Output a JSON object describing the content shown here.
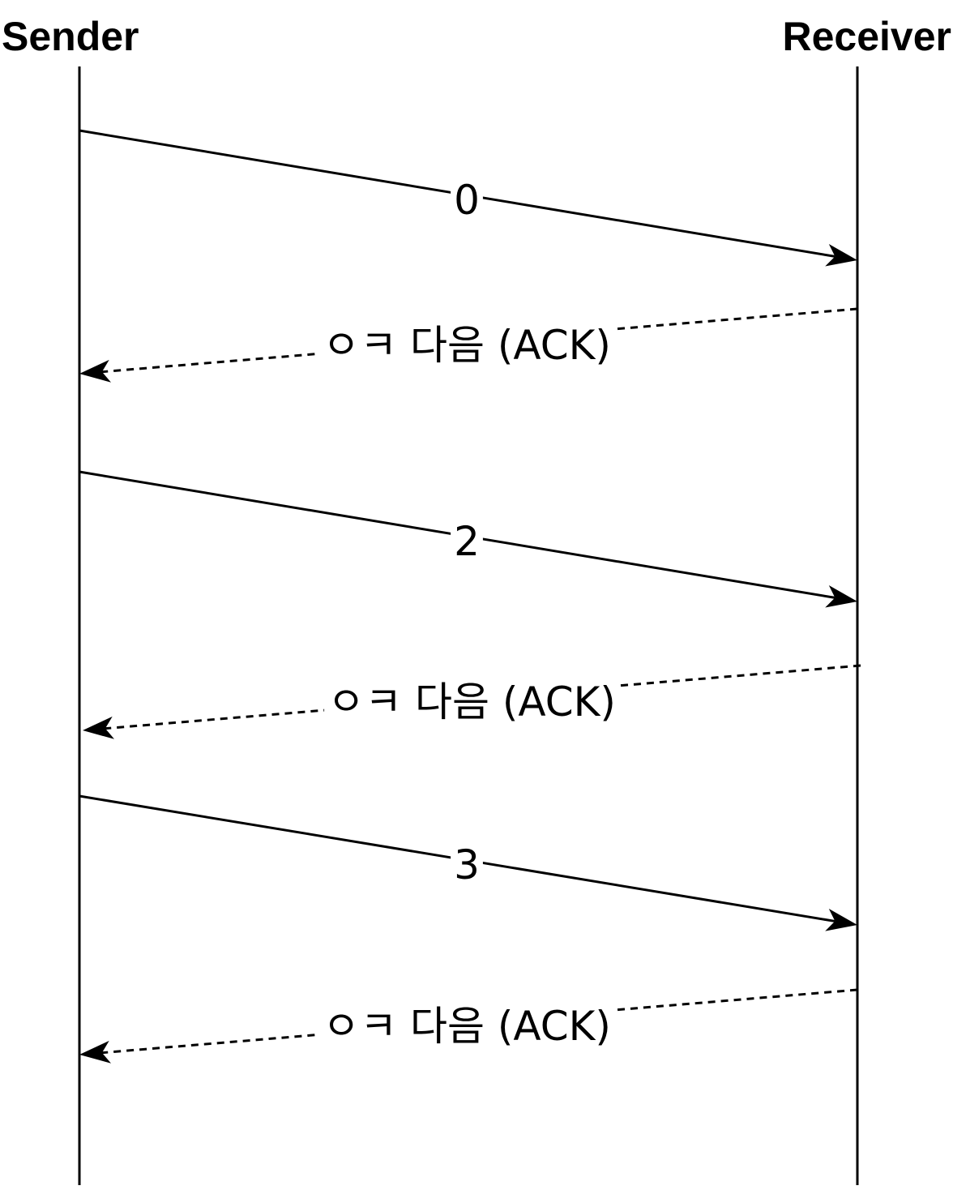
{
  "sender": {
    "label": "Sender"
  },
  "receiver": {
    "label": "Receiver"
  },
  "messages": [
    {
      "label": "0",
      "direction": "sender-to-receiver",
      "style": "solid"
    },
    {
      "label": "ㅇㅋ 다음 (ACK)",
      "direction": "receiver-to-sender",
      "style": "dashed"
    },
    {
      "label": "2",
      "direction": "sender-to-receiver",
      "style": "solid"
    },
    {
      "label": "ㅇㅋ 다음 (ACK)",
      "direction": "receiver-to-sender",
      "style": "dashed"
    },
    {
      "label": "3",
      "direction": "sender-to-receiver",
      "style": "solid"
    },
    {
      "label": "ㅇㅋ 다음 (ACK)",
      "direction": "receiver-to-sender",
      "style": "dashed"
    }
  ],
  "colors": {
    "line": "#000000",
    "background": "#ffffff"
  }
}
